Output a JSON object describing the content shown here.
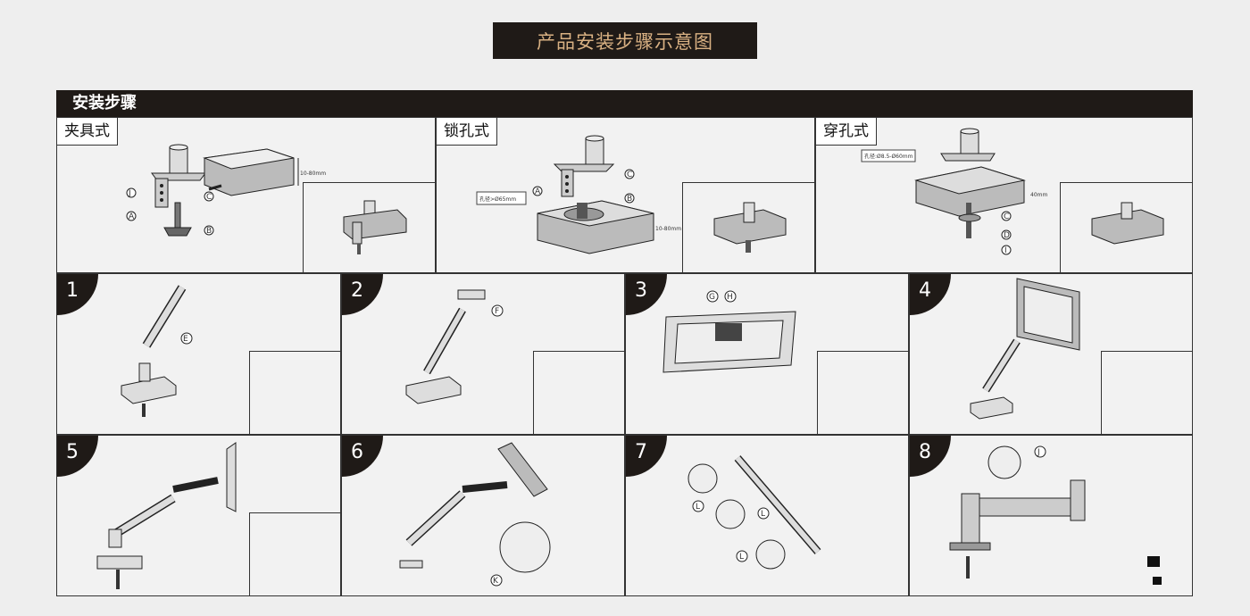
{
  "banner_title": "产品安装步骤示意图",
  "section_title": "安装步骤",
  "mount_types": [
    {
      "label": "夹具式",
      "dim_label": "10-80mm",
      "parts": [
        "J",
        "C",
        "A",
        "B"
      ]
    },
    {
      "label": "锁孔式",
      "hole_label": "孔径>Ø65mm",
      "dim_label": "10-80mm",
      "parts": [
        "A",
        "C",
        "B"
      ]
    },
    {
      "label": "穿孔式",
      "hole_label": "孔径:Ø8.5-Ø60mm",
      "dim_label": "40mm",
      "parts": [
        "C",
        "D",
        "I"
      ]
    }
  ],
  "steps": [
    {
      "number": "1",
      "parts": [
        "E"
      ]
    },
    {
      "number": "2",
      "parts": [
        "F"
      ]
    },
    {
      "number": "3",
      "parts": [
        "G",
        "H"
      ]
    },
    {
      "number": "4",
      "parts": []
    },
    {
      "number": "5",
      "parts": []
    },
    {
      "number": "6",
      "parts": [
        "K"
      ]
    },
    {
      "number": "7",
      "parts": [
        "L",
        "L",
        "L"
      ]
    },
    {
      "number": "8",
      "parts": [
        "J"
      ]
    }
  ],
  "colors": {
    "dark": "#1f1a17",
    "banner_text": "#d9b183",
    "panel": "#f2f2f2"
  }
}
